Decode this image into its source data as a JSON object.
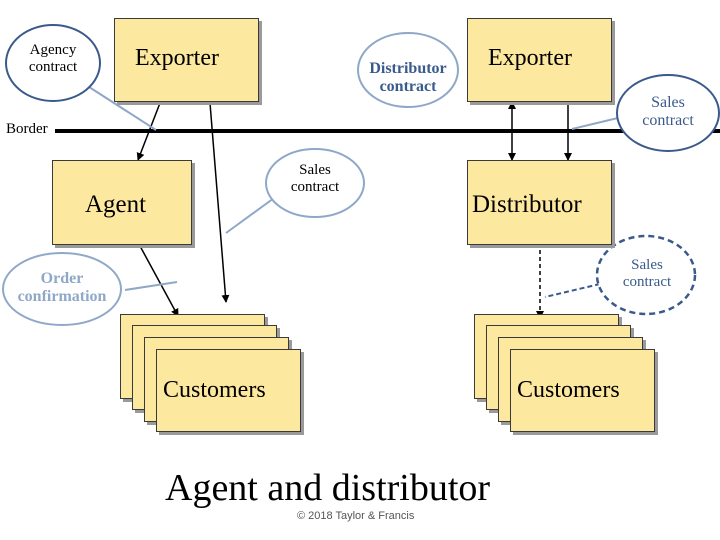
{
  "boxes": {
    "exporter_left": "Exporter",
    "exporter_right": "Exporter",
    "agent": "Agent",
    "distributor": "Distributor",
    "customers_left": "Customers",
    "customers_right": "Customers"
  },
  "bubbles": {
    "agency_contract": "Agency contract",
    "distributor_contract": "Distributor contract",
    "sales_contract_top_right": "Sales contract",
    "sales_contract_middle": "Sales contract",
    "order_confirmation": "Order confirmation",
    "sales_contract_right": "Sales contract"
  },
  "border_label": "Border",
  "title": "Agent and distributor",
  "copyright": "© 2018 Taylor & Francis",
  "colors": {
    "box_fill": "#fde8a0",
    "bubble_blue": "#3a5a8c",
    "bubble_light": "#8fa8c8",
    "line": "#000000"
  }
}
